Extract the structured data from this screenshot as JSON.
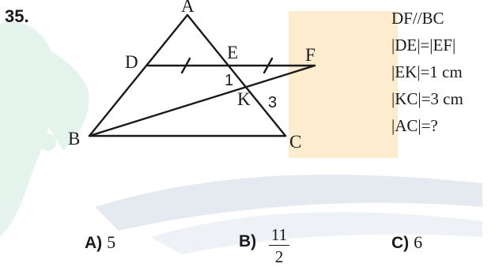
{
  "question_number": "35.",
  "points": {
    "A": "A",
    "B": "B",
    "C": "C",
    "D": "D",
    "E": "E",
    "F": "F",
    "K": "K"
  },
  "segment_labels": {
    "EK": "1",
    "KC": "3"
  },
  "given": [
    "DF//BC",
    "|DE|=|EF|",
    "|EK|=1 cm",
    "|KC|=3 cm",
    "|AC|=?"
  ],
  "options": {
    "A": {
      "label": "A)",
      "value": "5"
    },
    "B": {
      "label": "B)",
      "numerator": "11",
      "denominator": "2"
    },
    "C": {
      "label": "C)",
      "value": "6"
    }
  }
}
